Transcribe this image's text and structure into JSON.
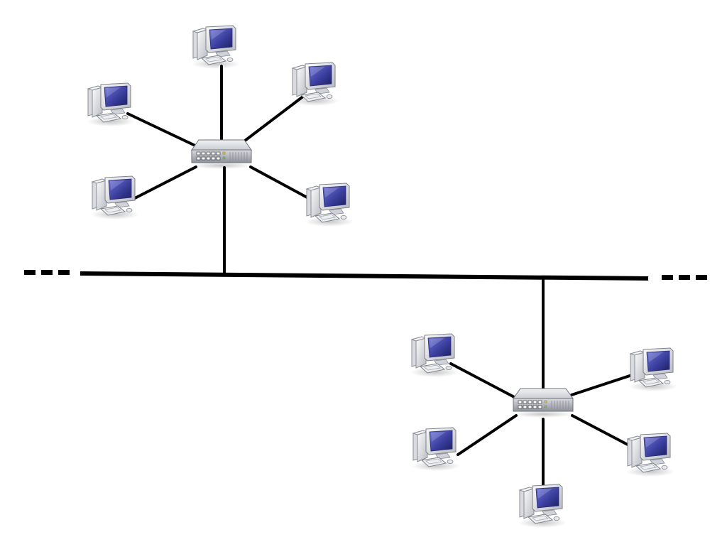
{
  "diagram": {
    "kind": "network-topology",
    "segments": [
      {
        "id": "star-1",
        "switch": "switch-1",
        "computers": 5
      },
      {
        "id": "star-2",
        "switch": "switch-2",
        "computers": 5
      }
    ],
    "backbone": {
      "continues_left": true,
      "continues_right": true
    },
    "icons": [
      "desktop-computer-icon",
      "network-switch-icon"
    ],
    "colors": {
      "background": "#ffffff",
      "line": "#000000",
      "screen": "#3b3f9e",
      "monitor_body": "#e2e4e8",
      "switch_body": "#c9ccd1"
    }
  }
}
